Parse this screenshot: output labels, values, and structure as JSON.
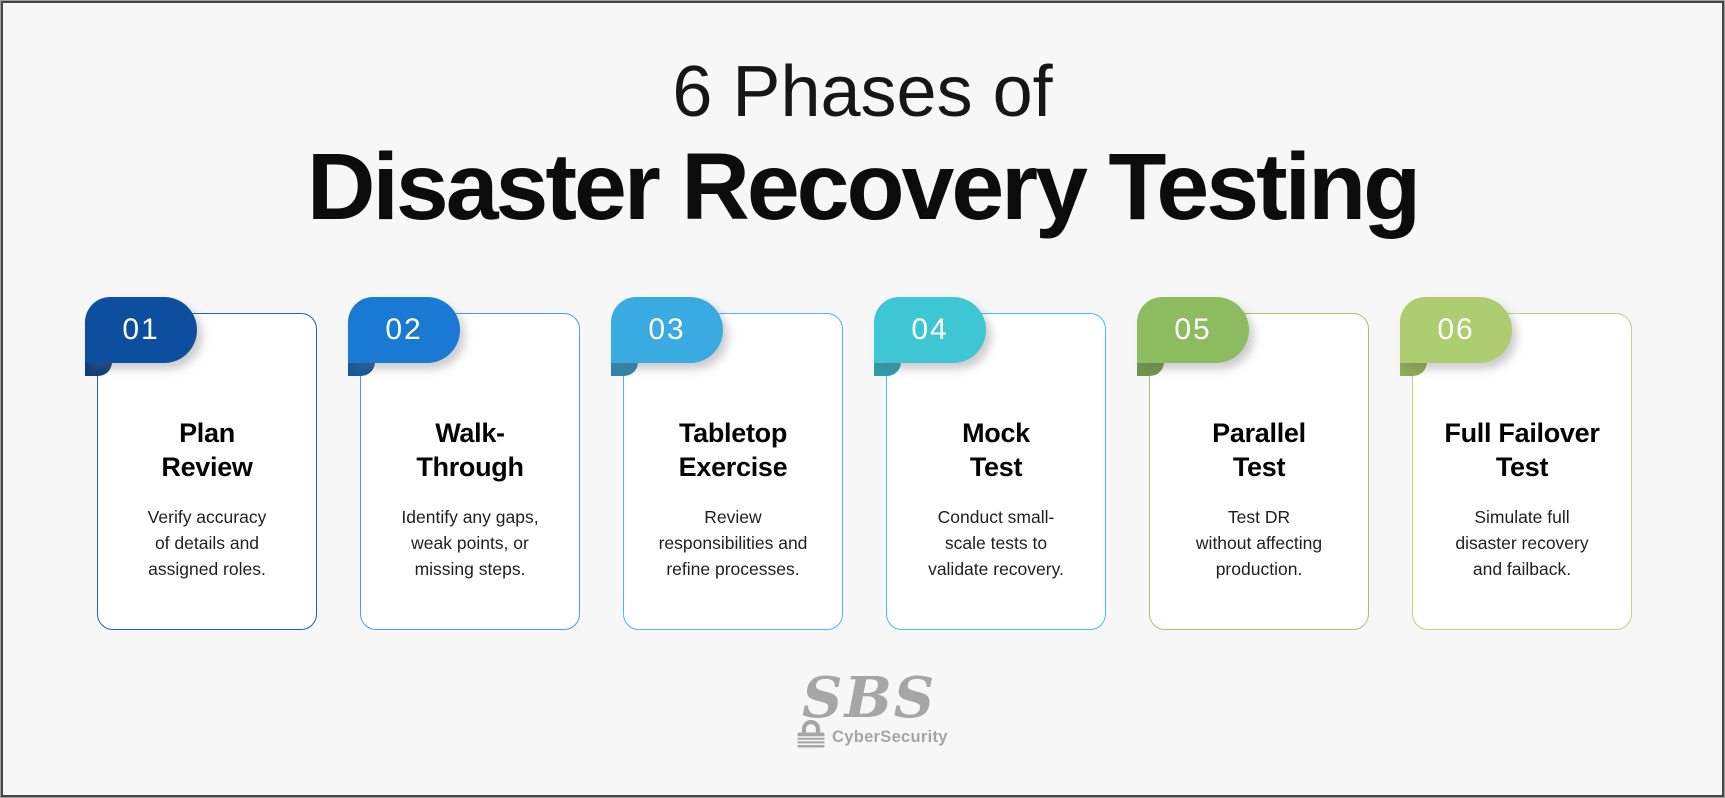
{
  "canvas": {
    "background": "#f7f7f8",
    "frame_border_outer": "#a0a0a0",
    "frame_border_inner": "#464646"
  },
  "header": {
    "subtitle": "6 Phases of",
    "title": "Disaster Recovery Testing"
  },
  "cards": [
    {
      "number": "01",
      "title_lines": [
        "Plan",
        "Review"
      ],
      "description_lines": [
        "Verify accuracy",
        "of details and",
        "assigned roles."
      ],
      "colors": {
        "tab": "#0d4f9e",
        "fold": "#0a3c7d",
        "border": "#2160ad"
      }
    },
    {
      "number": "02",
      "title_lines": [
        "Walk-",
        "Through"
      ],
      "description_lines": [
        "Identify any gaps,",
        "weak points, or",
        "missing steps."
      ],
      "colors": {
        "tab": "#1a79d2",
        "fold": "#12589d",
        "border": "#4f9ade"
      }
    },
    {
      "number": "03",
      "title_lines": [
        "Tabletop",
        "Exercise"
      ],
      "description_lines": [
        "Review",
        "responsibilities and",
        "refine processes."
      ],
      "colors": {
        "tab": "#3aabe0",
        "fold": "#2b86b3",
        "border": "#55b5e5"
      }
    },
    {
      "number": "04",
      "title_lines": [
        "Mock",
        "Test"
      ],
      "description_lines": [
        "Conduct small-",
        "scale tests to",
        "validate recovery."
      ],
      "colors": {
        "tab": "#3fc6d4",
        "fold": "#2d9dab",
        "border": "#3ec5d5"
      }
    },
    {
      "number": "05",
      "title_lines": [
        "Parallel",
        "Test"
      ],
      "description_lines": [
        "Test DR",
        "without affecting",
        "production."
      ],
      "colors": {
        "tab": "#8cbb60",
        "fold": "#6e9749",
        "border": "#a2c573"
      }
    },
    {
      "number": "06",
      "title_lines": [
        "Full Failover",
        "Test"
      ],
      "description_lines": [
        "Simulate full",
        "disaster recovery",
        "and failback."
      ],
      "colors": {
        "tab": "#aecd70",
        "fold": "#90ad55",
        "border": "#bad481"
      }
    }
  ],
  "footer": {
    "logo_text": "SBS",
    "logo_subtext": "CyberSecurity",
    "logo_color": "#a6a6a6",
    "logo_icon": "padlock-icon"
  }
}
